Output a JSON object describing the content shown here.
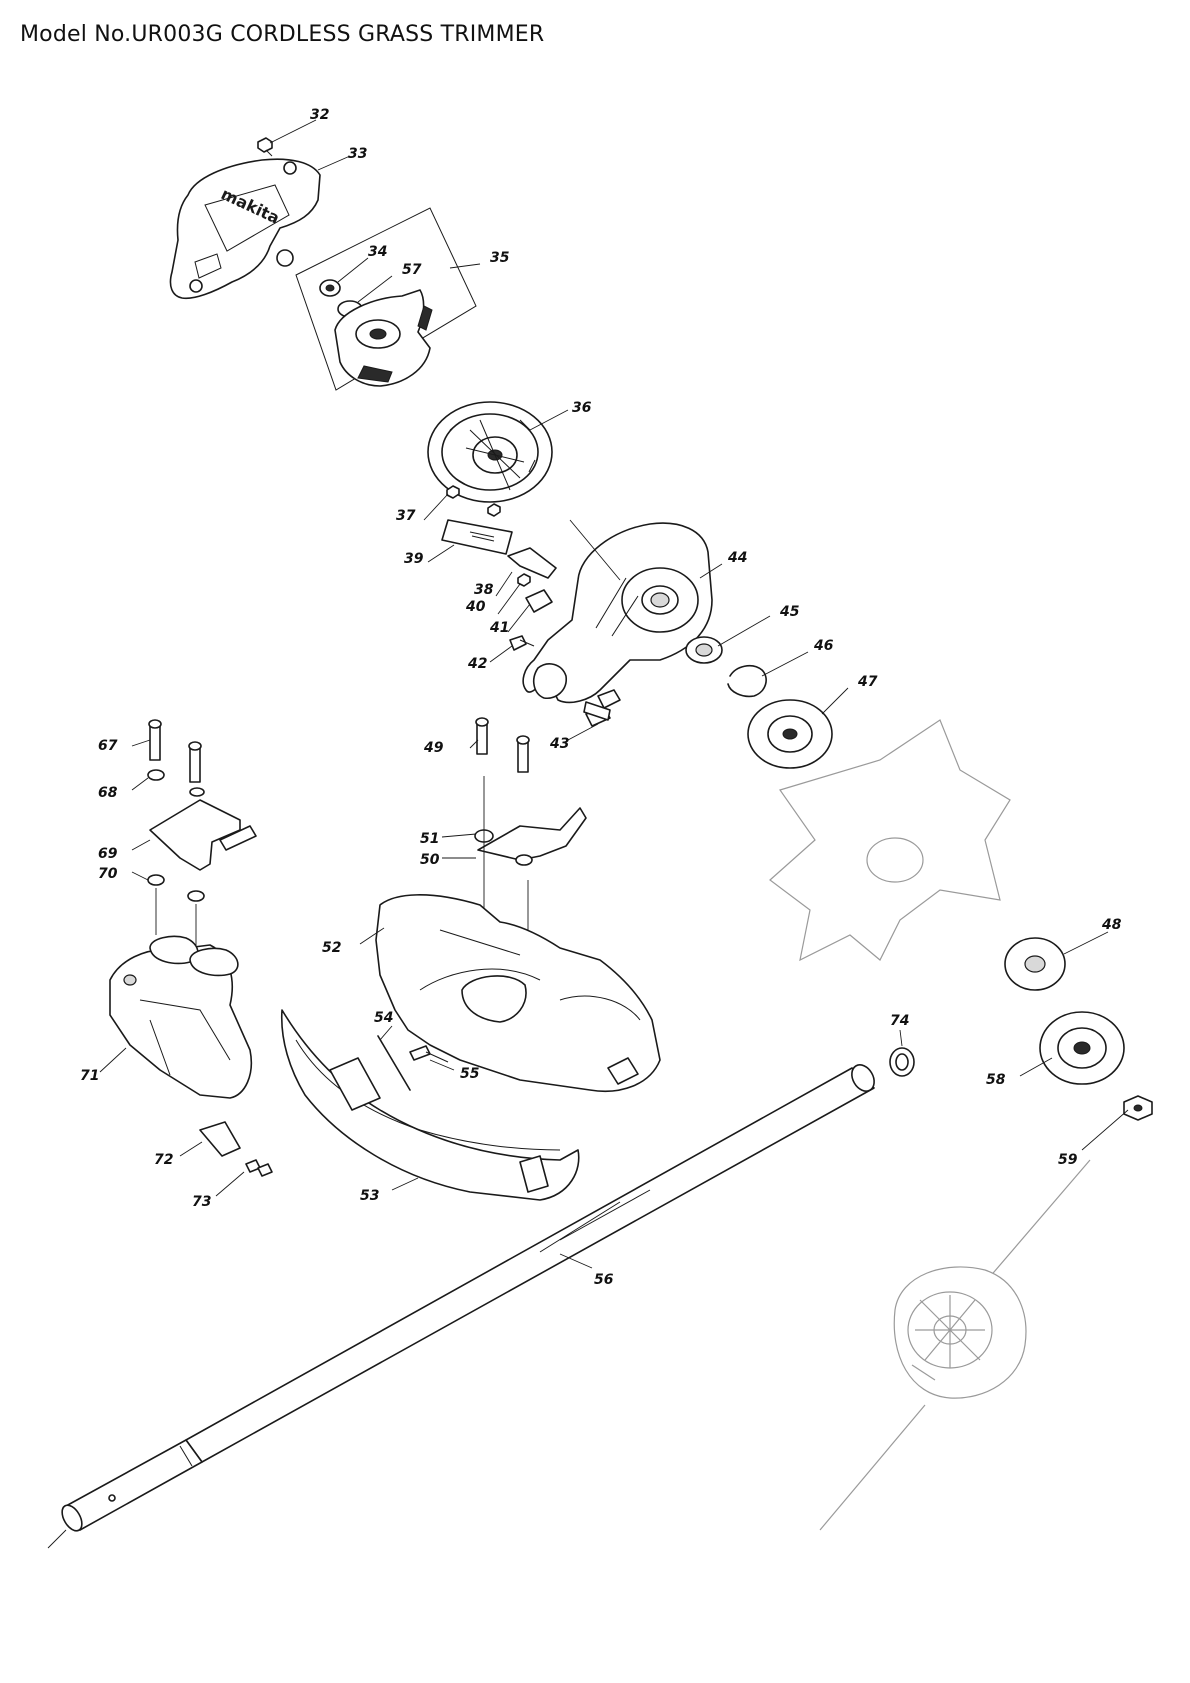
{
  "title": "Model No.UR003G CORDLESS GRASS TRIMMER",
  "parts": [
    {
      "id": "p32",
      "label": "32"
    },
    {
      "id": "p33",
      "label": "33"
    },
    {
      "id": "p34",
      "label": "34"
    },
    {
      "id": "p57",
      "label": "57"
    },
    {
      "id": "p35",
      "label": "35"
    },
    {
      "id": "p36",
      "label": "36"
    },
    {
      "id": "p37",
      "label": "37"
    },
    {
      "id": "p39",
      "label": "39"
    },
    {
      "id": "p38",
      "label": "38"
    },
    {
      "id": "p40",
      "label": "40"
    },
    {
      "id": "p41",
      "label": "41"
    },
    {
      "id": "p42",
      "label": "42"
    },
    {
      "id": "p44",
      "label": "44"
    },
    {
      "id": "p45",
      "label": "45"
    },
    {
      "id": "p46",
      "label": "46"
    },
    {
      "id": "p47",
      "label": "47"
    },
    {
      "id": "p43",
      "label": "43"
    },
    {
      "id": "p49",
      "label": "49"
    },
    {
      "id": "p67",
      "label": "67"
    },
    {
      "id": "p68",
      "label": "68"
    },
    {
      "id": "p69",
      "label": "69"
    },
    {
      "id": "p70",
      "label": "70"
    },
    {
      "id": "p51",
      "label": "51"
    },
    {
      "id": "p50",
      "label": "50"
    },
    {
      "id": "p52",
      "label": "52"
    },
    {
      "id": "p54",
      "label": "54"
    },
    {
      "id": "p55",
      "label": "55"
    },
    {
      "id": "p71",
      "label": "71"
    },
    {
      "id": "p72",
      "label": "72"
    },
    {
      "id": "p73",
      "label": "73"
    },
    {
      "id": "p53",
      "label": "53"
    },
    {
      "id": "p56",
      "label": "56"
    },
    {
      "id": "p48",
      "label": "48"
    },
    {
      "id": "p74",
      "label": "74"
    },
    {
      "id": "p58",
      "label": "58"
    },
    {
      "id": "p59",
      "label": "59"
    }
  ]
}
